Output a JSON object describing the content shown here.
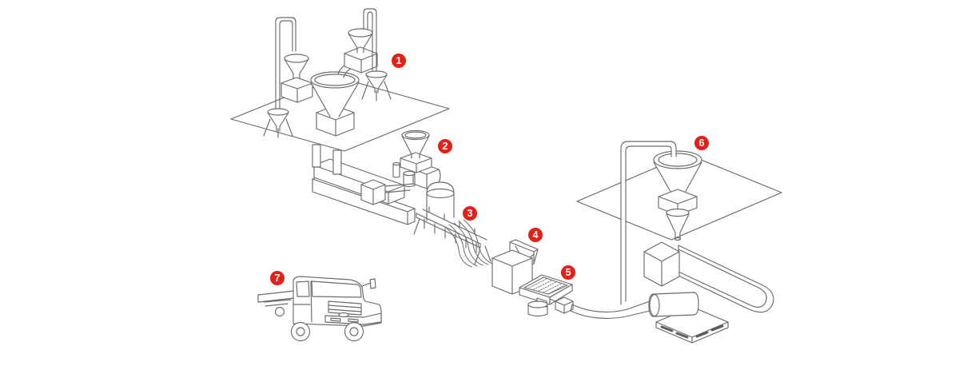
{
  "diagram": {
    "background_color": "#ffffff",
    "line_color": "#6a6a6a",
    "badge": {
      "fill": "#e32119",
      "text_color": "#ffffff"
    },
    "stations": [
      {
        "number": "1"
      },
      {
        "number": "2"
      },
      {
        "number": "3"
      },
      {
        "number": "4"
      },
      {
        "number": "5"
      },
      {
        "number": "6"
      },
      {
        "number": "7"
      }
    ]
  }
}
